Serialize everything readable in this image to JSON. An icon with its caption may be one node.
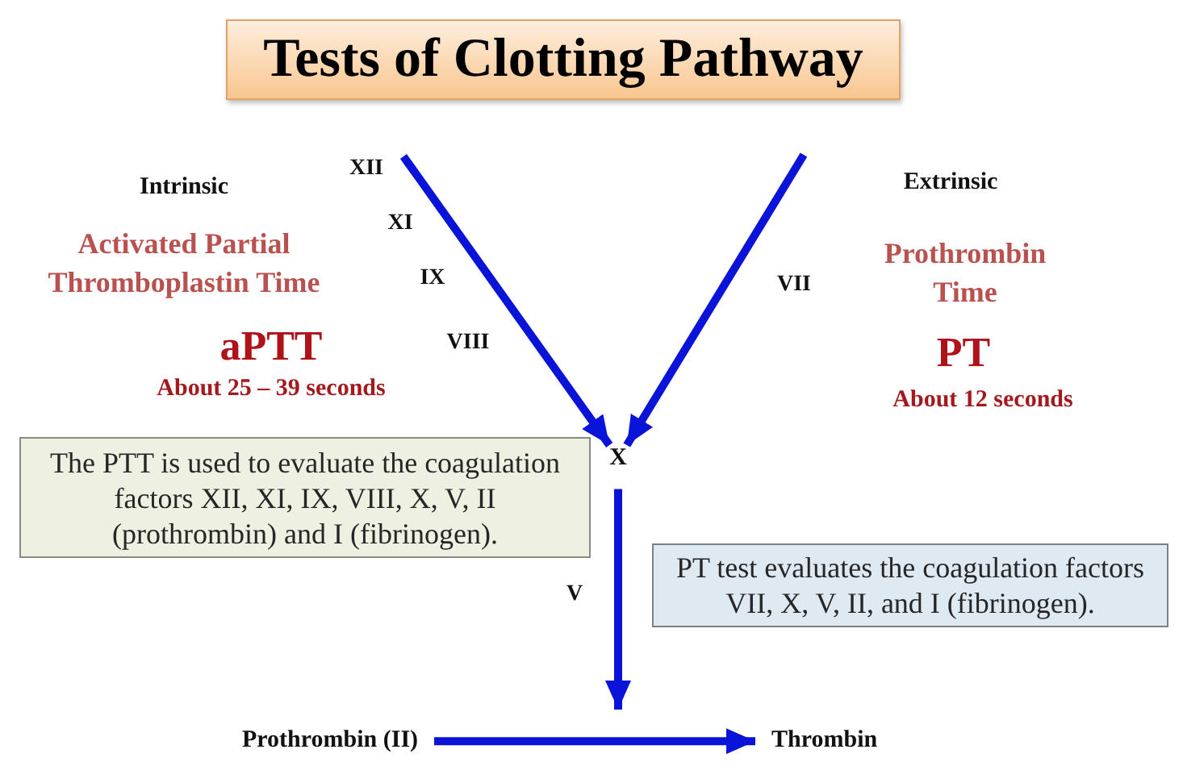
{
  "diagram": {
    "title": "Tests of Clotting Pathway",
    "nodes": [
      {
        "text": [
          "The PTT is used to evaluate the coagulation factors XII, XI, IX, VIII, X, V, II (prothrombin) and I (fibrinogen)."
        ]
      },
      {
        "text": [
          "X"
        ]
      },
      {
        "text": [
          "PT test evaluates the coagulation factors VII, X, V, II, and I (fibrinogen)."
        ]
      },
      {
        "text": [
          "Prothrombin (II)"
        ]
      },
      {
        "text": [
          "Thrombin"
        ]
      }
    ],
    "edges": [
      {
        "from": null,
        "to": 1,
        "arrow": "to"
      },
      {
        "from": null,
        "to": 1,
        "arrow": "to"
      },
      {
        "from": 1,
        "to": null,
        "arrow": "to"
      },
      {
        "from": 3,
        "to": 4,
        "arrow": "to"
      }
    ],
    "labels": [
      "Intrinsic",
      "Activated Partial Thromboplastin Time",
      "aPTT",
      "About 25 – 39 seconds",
      "XII",
      "XI",
      "IX",
      "VIII",
      "VII",
      "Extrinsic",
      "Prothrombin Time",
      "PT",
      "About 12 seconds",
      "V"
    ]
  }
}
